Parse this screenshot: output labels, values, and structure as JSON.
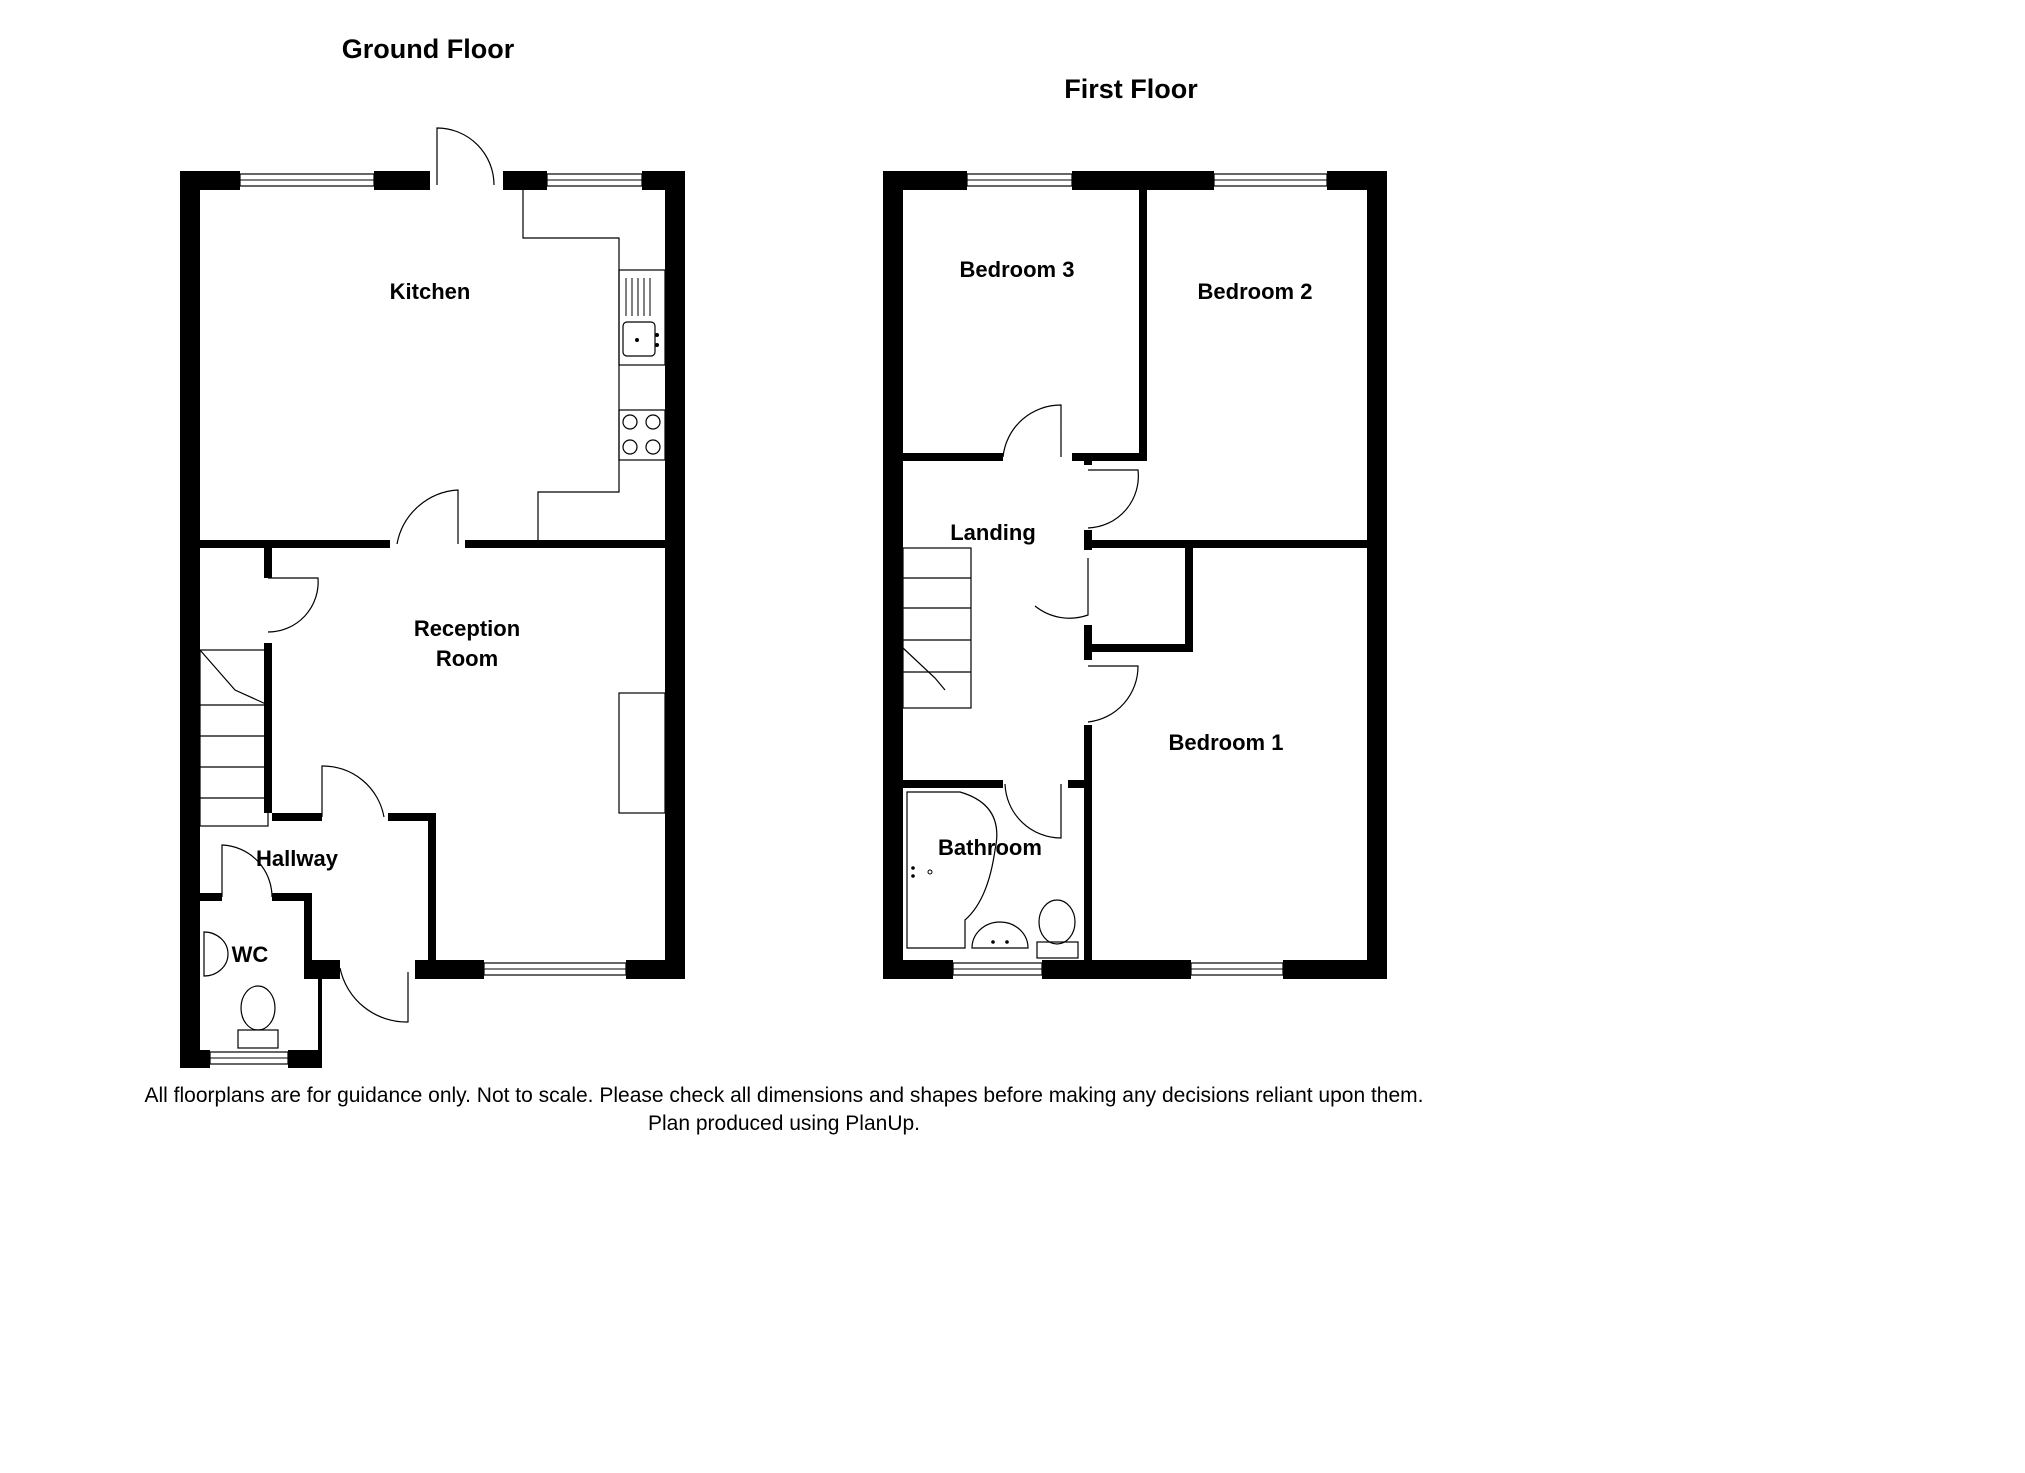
{
  "floors": {
    "ground": {
      "title": "Ground Floor",
      "rooms": {
        "kitchen": "Kitchen",
        "reception_line1": "Reception",
        "reception_line2": "Room",
        "hallway": "Hallway",
        "wc": "WC"
      }
    },
    "first": {
      "title": "First Floor",
      "rooms": {
        "bedroom3": "Bedroom 3",
        "bedroom2": "Bedroom 2",
        "landing": "Landing",
        "bedroom1": "Bedroom 1",
        "bathroom": "Bathroom"
      }
    }
  },
  "footer": {
    "line1": "All floorplans are for guidance only. Not to scale. Please check all dimensions and shapes before making any decisions reliant upon them.",
    "line2": "Plan produced using PlanUp."
  }
}
